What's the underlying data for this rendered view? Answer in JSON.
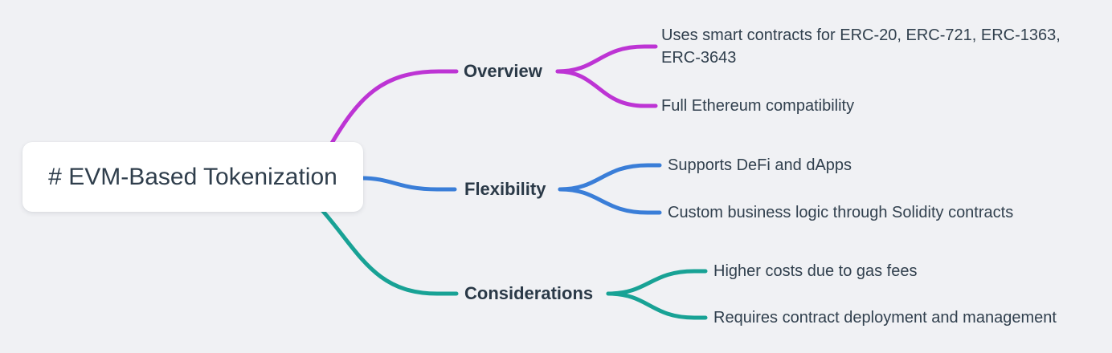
{
  "palette": {
    "background": "#f0f1f4",
    "node_background": "#ffffff",
    "text": "#2f3e4c",
    "branch_overview": "#bd34d4",
    "branch_flexibility": "#3a7ed8",
    "branch_considerations": "#18a295"
  },
  "root": {
    "label": "# EVM-Based Tokenization"
  },
  "branches": [
    {
      "label": "Overview",
      "color": "#bd34d4",
      "children": [
        "Uses smart contracts for ERC-20, ERC-721, ERC-1363, ERC-3643",
        "Full Ethereum compatibility"
      ]
    },
    {
      "label": "Flexibility",
      "color": "#3a7ed8",
      "children": [
        "Supports DeFi and dApps",
        "Custom business logic through Solidity contracts"
      ]
    },
    {
      "label": "Considerations",
      "color": "#18a295",
      "children": [
        "Higher costs due to gas fees",
        "Requires contract deployment and management"
      ]
    }
  ]
}
